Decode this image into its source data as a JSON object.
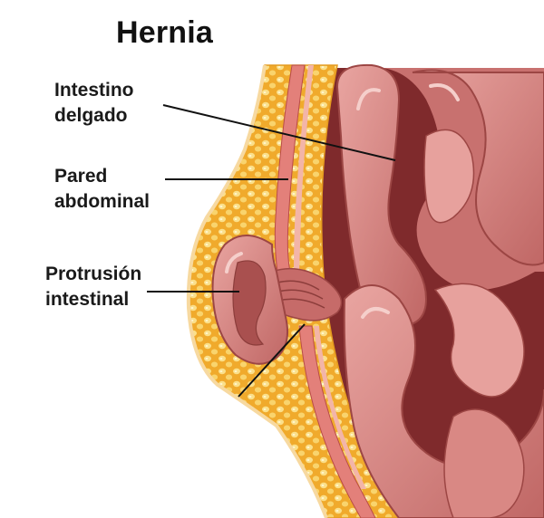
{
  "title": "Hernia",
  "labels": {
    "small_intestine": "Intestino\ndelgado",
    "abdominal_wall": "Pared\nabdominal",
    "intestinal_protrusion": "Protrusión\nintestinal"
  },
  "colors": {
    "fat": "#f4b63a",
    "fat_dark": "#e39a1e",
    "fat_globule": "#fbe08a",
    "muscle": "#e3807a",
    "intestine": "#cf7d7b",
    "intestine_light": "#ecb4b0",
    "intestine_dark": "#a4504f",
    "cavity": "#7f2a2c",
    "leader_line": "#111111"
  }
}
